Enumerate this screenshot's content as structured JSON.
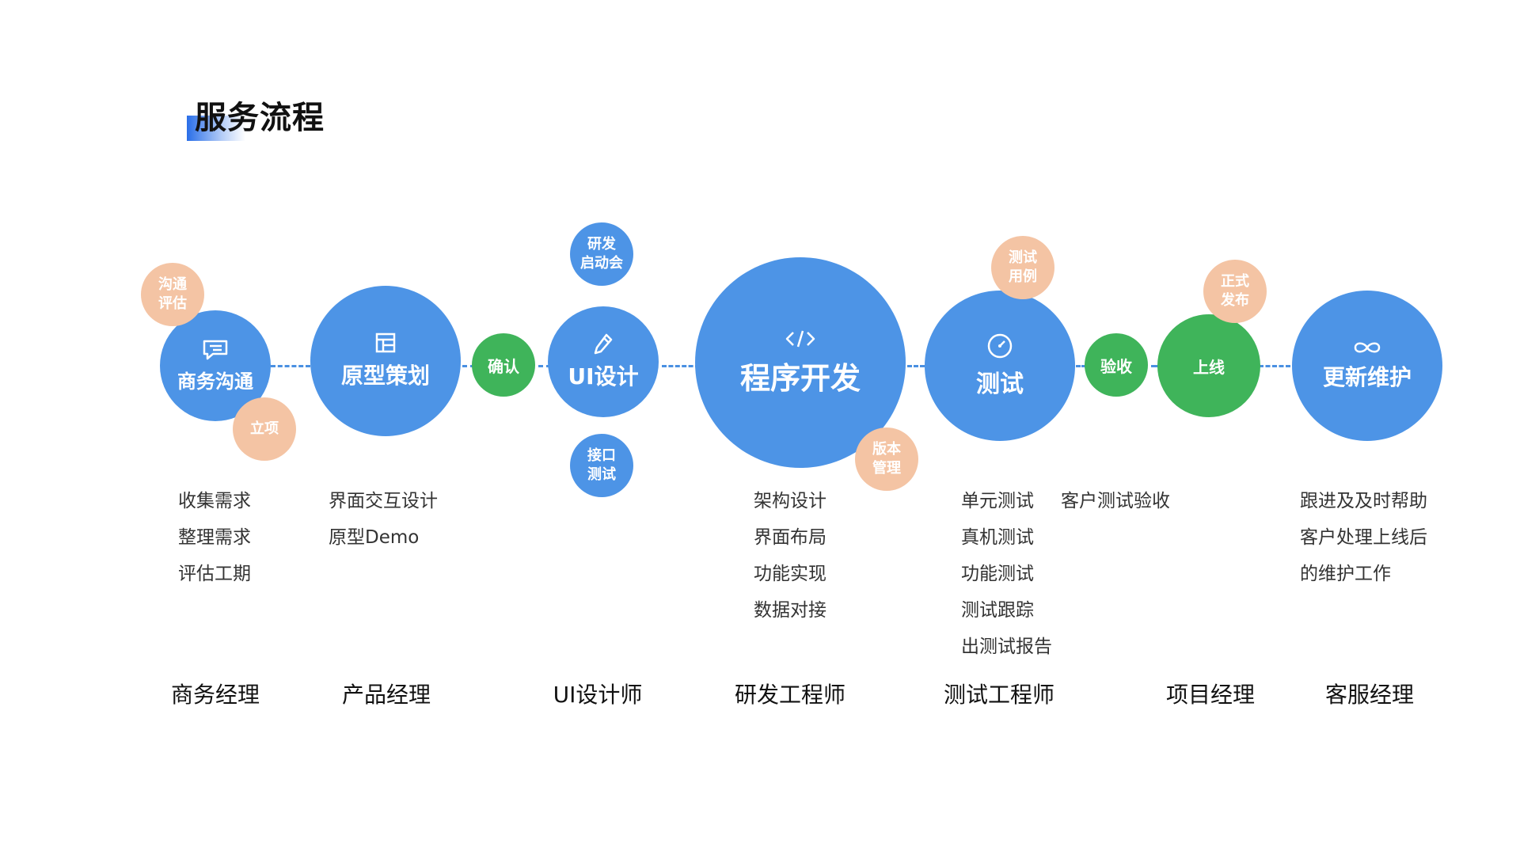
{
  "title": "服务流程",
  "colors": {
    "primary_blue": "#4d94e6",
    "confirm_green": "#3fb45a",
    "milestone_peach": "#f4c4a4",
    "title_accent": "#2a6fe8"
  },
  "stages": [
    {
      "label": "商务沟通",
      "icon": "chat-icon"
    },
    {
      "label": "原型策划",
      "icon": "layout-icon"
    },
    {
      "label": "UI设计",
      "icon": "pencil-icon"
    },
    {
      "label": "程序开发",
      "icon": "code-icon"
    },
    {
      "label": "测试",
      "icon": "check-gauge-icon"
    },
    {
      "label": "更新维护",
      "icon": "infinity-icon"
    }
  ],
  "checkpoints": [
    {
      "label": "确认"
    },
    {
      "label": "验收"
    },
    {
      "label": "上线"
    }
  ],
  "milestones": [
    {
      "label": "沟通\n评估"
    },
    {
      "label": "立项"
    },
    {
      "label": "研发\n启动会"
    },
    {
      "label": "接口\n测试"
    },
    {
      "label": "版本\n管理"
    },
    {
      "label": "测试\n用例"
    },
    {
      "label": "正式\n发布"
    }
  ],
  "tasks": {
    "business": [
      "收集需求",
      "整理需求",
      "评估工期"
    ],
    "product": [
      "界面交互设计",
      "原型Demo"
    ],
    "dev": [
      "架构设计",
      "界面布局",
      "功能实现",
      "数据对接"
    ],
    "test": [
      "单元测试",
      "真机测试",
      "功能测试",
      "测试跟踪",
      "出测试报告"
    ],
    "acceptance": [
      "客户测试验收"
    ],
    "maintenance": [
      "跟进及及时帮助",
      "客户处理上线后",
      "的维护工作"
    ]
  },
  "roles": [
    "商务经理",
    "产品经理",
    "UI设计师",
    "研发工程师",
    "测试工程师",
    "项目经理",
    "客服经理"
  ]
}
